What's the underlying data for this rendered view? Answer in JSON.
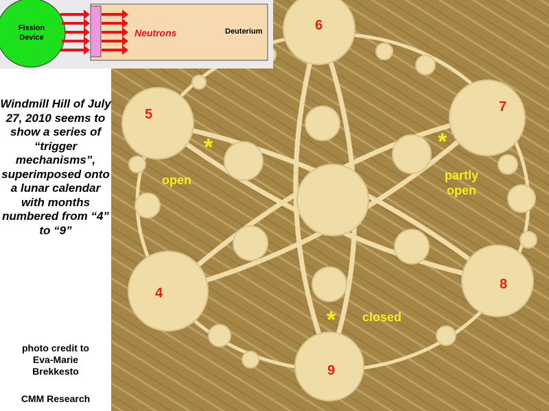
{
  "diagram": {
    "source_label": "Fission Device",
    "particle_label": "Neutrons",
    "target_label": "Deuterium"
  },
  "description": "Windmill Hill of July 27, 2010 seems to show a series of “trigger mechanisms”, superimposed onto a lunar calendar with months numbered from “4” to “9”",
  "credit": {
    "line1": "photo credit to",
    "line2": "Eva-Marie",
    "line3": "Brekkesto"
  },
  "organization": "CMM Research",
  "month_labels": {
    "m4": "4",
    "m5": "5",
    "m6": "6",
    "m7": "7",
    "m8": "8",
    "m9": "9"
  },
  "state_labels": {
    "open": "open",
    "partly": "partly",
    "partly2": "open",
    "closed": "closed"
  },
  "star": "*",
  "colors": {
    "field": "#a88a4a",
    "crop": "#efdca6",
    "label_red": "#e8200c",
    "label_yellow": "#f7ee1a"
  }
}
